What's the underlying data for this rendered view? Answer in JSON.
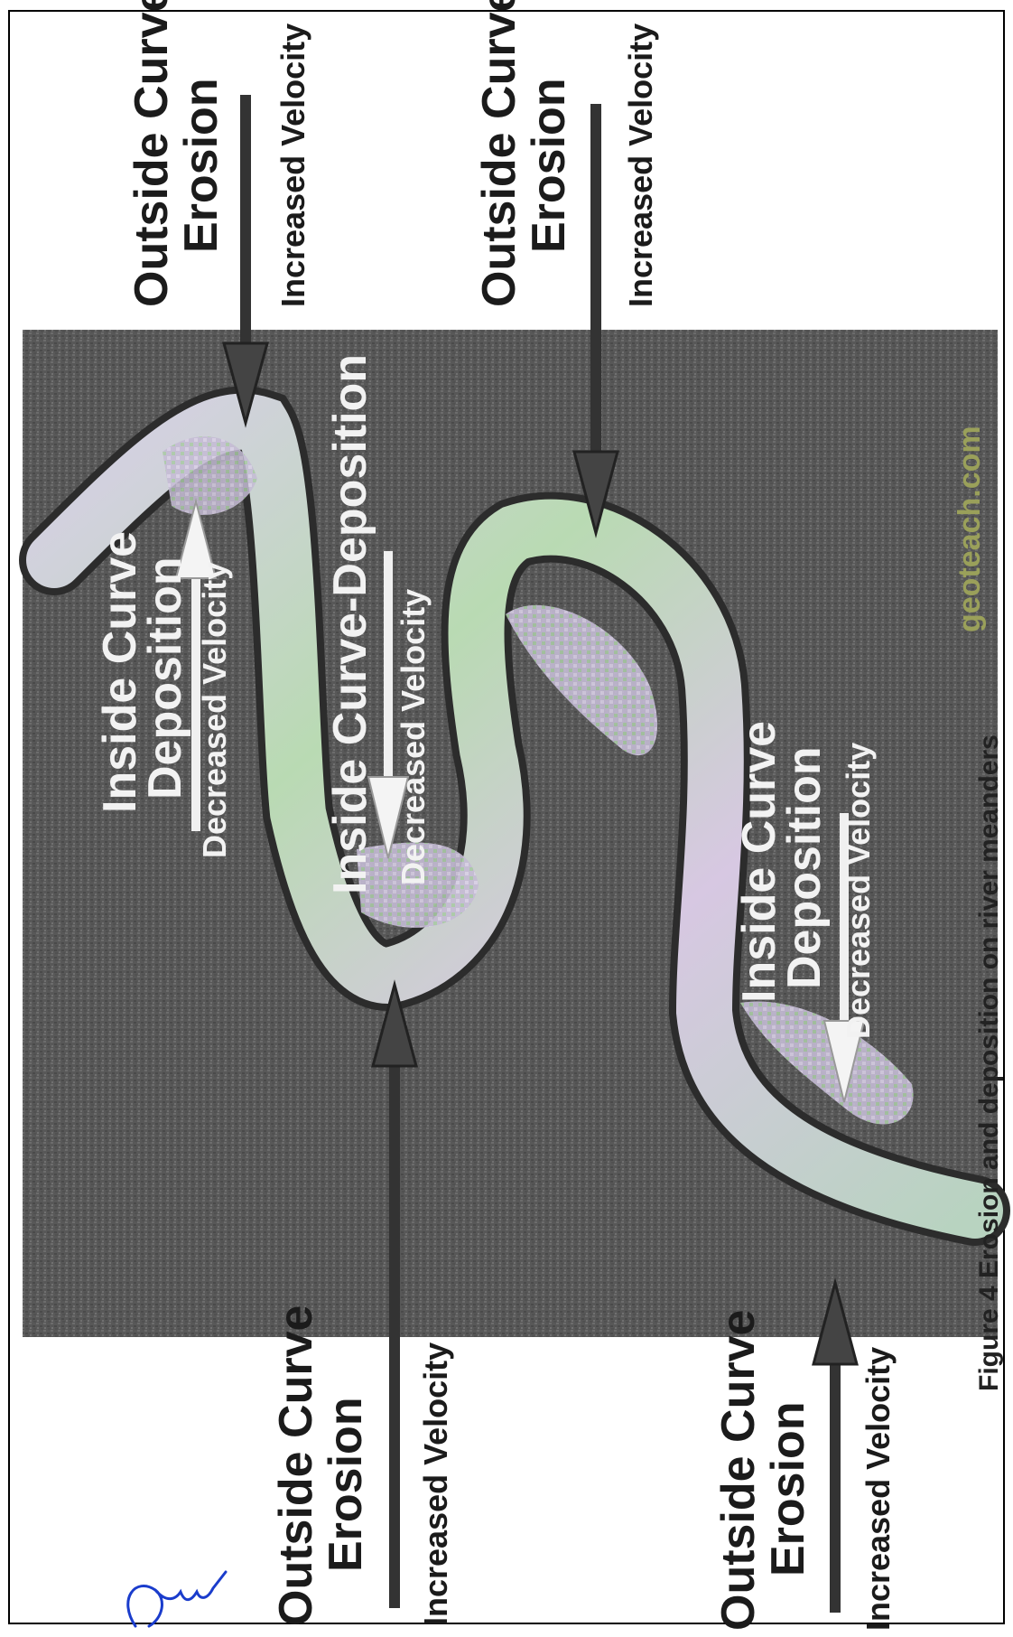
{
  "labels": {
    "outside_erosion_1": {
      "line1": "Outside Curve",
      "line2": "Erosion",
      "sub": "Increased Velocity"
    },
    "outside_erosion_2": {
      "line1": "Outside Curve",
      "line2": "Erosion",
      "sub": "Increased Velocity"
    },
    "outside_erosion_3": {
      "line1": "Outside Curve",
      "line2": "Erosion",
      "sub": "Increased Velocity"
    },
    "outside_erosion_4": {
      "line1": "Outside Curve",
      "line2": "Erosion",
      "sub": "Increased Velocity"
    },
    "inside_deposition_1": {
      "line1": "Inside Curve",
      "line2": "Deposition",
      "sub": "Decreased Velocity"
    },
    "inside_deposition_2": {
      "line1": "Inside Curve-Deposition",
      "sub": "Decreased Velocity"
    },
    "inside_deposition_3": {
      "line1": "Inside Curve",
      "line2": "Deposition",
      "sub": "Decreased Velocity"
    }
  },
  "watermark": "geoteach.com",
  "caption": "Figure 4 Erosion and deposition on river meanders",
  "signature": "signature",
  "colors": {
    "background": "#555555",
    "river_light": "#d9d2e6",
    "river_green": "#b7d7b0",
    "sand": "#c9c0d8",
    "dark_arrow": "#333333",
    "light_arrow": "#f0f0f0"
  }
}
